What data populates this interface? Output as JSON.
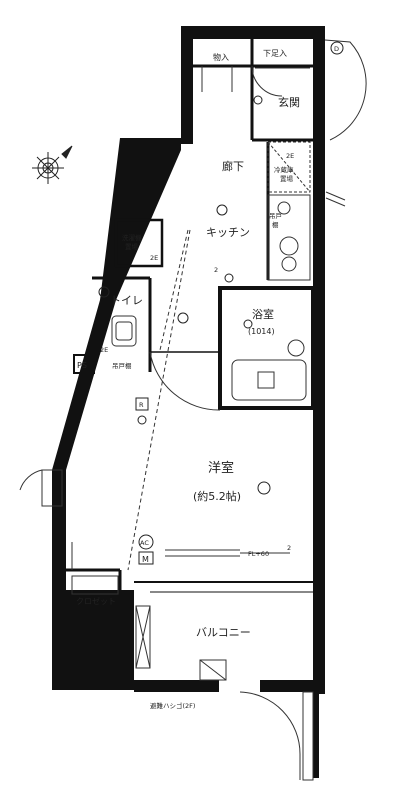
{
  "rooms": {
    "storage": "物入",
    "shoe_box": "下足入",
    "entrance": "玄関",
    "hallway": "廊下",
    "fridge_space_line1": "冷蔵庫",
    "fridge_space_line2": "置場",
    "kitchen": "キッチン",
    "cupboard_line1": "吊戸",
    "cupboard_line2": "棚",
    "washer_space_line1": "洗濯機",
    "washer_space_line2": "置場",
    "toilet": "トイレ",
    "bathroom": "浴室",
    "bathroom_size": "(1014)",
    "ps": "PS",
    "toilet_cupboard": "吊戸棚",
    "western_room": "洋室",
    "western_room_size": "(約5.2帖)",
    "closet": "クロゼット",
    "balcony": "バルコニー",
    "fl_note": "FL+60",
    "evac_ladder": "避難ハシゴ(2F)"
  },
  "symbols": {
    "door_bell": "D",
    "ac": "AC",
    "meter": "M",
    "outlet_count": "2",
    "switch": "R",
    "outlet_2e": "2E"
  },
  "icons": {
    "compass": "compass-rose-icon"
  }
}
